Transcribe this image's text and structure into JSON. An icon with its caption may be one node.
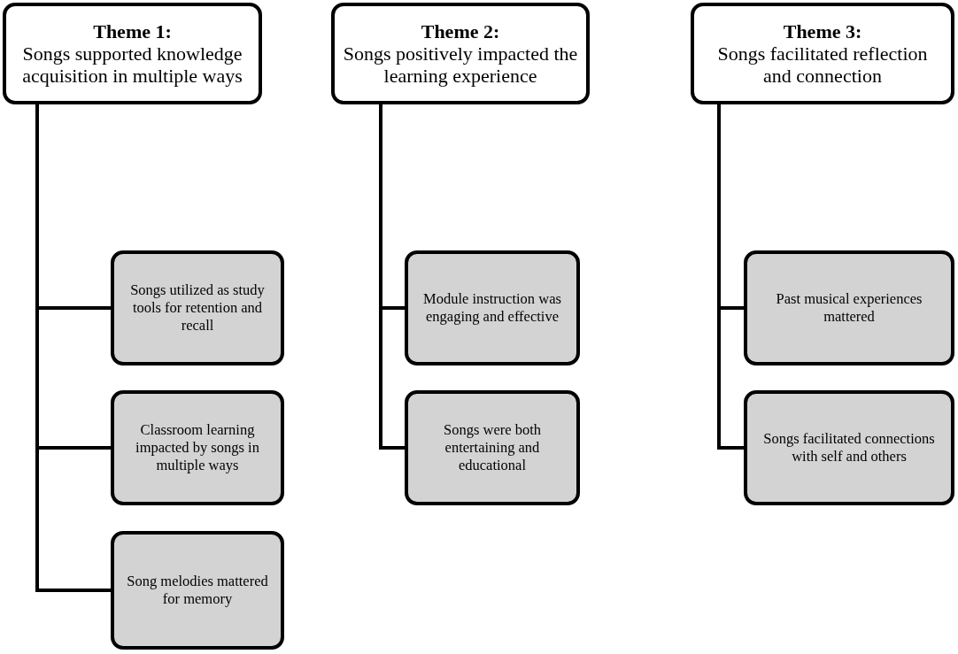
{
  "diagram": {
    "nodes": [
      {
        "text": [
          "Theme 1:",
          "Songs supported knowledge acquisition in multiple ways"
        ]
      },
      {
        "text": [
          "Theme 2:",
          "Songs positively impacted the learning experience"
        ]
      },
      {
        "text": [
          "Theme 3:",
          "Songs facilitated reflection and connection"
        ]
      },
      {
        "text": [
          "Songs utilized as study tools for retention and recall"
        ]
      },
      {
        "text": [
          "Classroom learning impacted by songs in multiple ways"
        ]
      },
      {
        "text": [
          "Song melodies mattered for memory"
        ]
      },
      {
        "text": [
          "Module instruction was engaging and effective"
        ]
      },
      {
        "text": [
          "Songs were both entertaining and educational"
        ]
      },
      {
        "text": [
          "Past musical experiences mattered"
        ]
      },
      {
        "text": [
          "Songs facilitated connections with self and others"
        ]
      }
    ],
    "edges": [
      {
        "from": 0,
        "to": 3,
        "arrow": "none"
      },
      {
        "from": 0,
        "to": 4,
        "arrow": "none"
      },
      {
        "from": 0,
        "to": 5,
        "arrow": "none"
      },
      {
        "from": 1,
        "to": 6,
        "arrow": "none"
      },
      {
        "from": 1,
        "to": 7,
        "arrow": "none"
      },
      {
        "from": 2,
        "to": 8,
        "arrow": "none"
      },
      {
        "from": 2,
        "to": 9,
        "arrow": "none"
      }
    ]
  }
}
